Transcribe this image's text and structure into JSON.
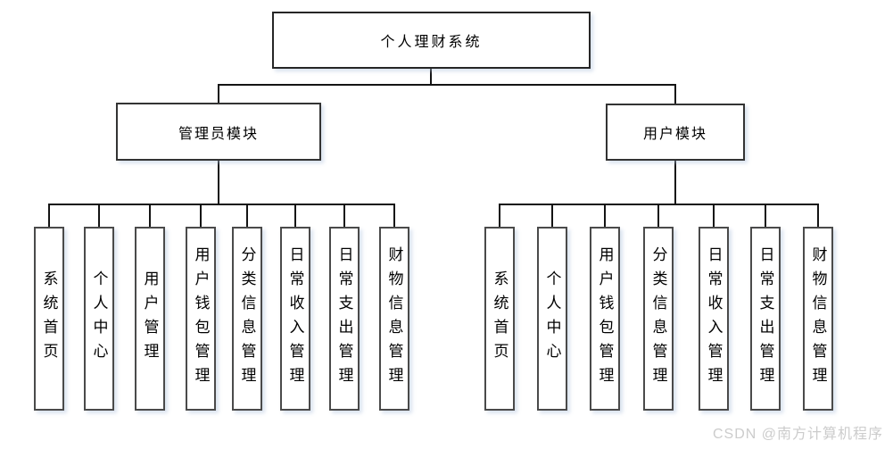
{
  "diagram": {
    "root": {
      "label": "个人理财系统"
    },
    "modules": [
      {
        "label": "管理员模块",
        "children": [
          "系统首页",
          "个人中心",
          "用户管理",
          "用户钱包管理",
          "分类信息管理",
          "日常收入管理",
          "日常支出管理",
          "财物信息管理"
        ]
      },
      {
        "label": "用户模块",
        "children": [
          "系统首页",
          "个人中心",
          "用户钱包管理",
          "分类信息管理",
          "日常收入管理",
          "日常支出管理",
          "财物信息管理"
        ]
      }
    ]
  },
  "watermark": {
    "text": "CSDN @南方计算机程序"
  }
}
